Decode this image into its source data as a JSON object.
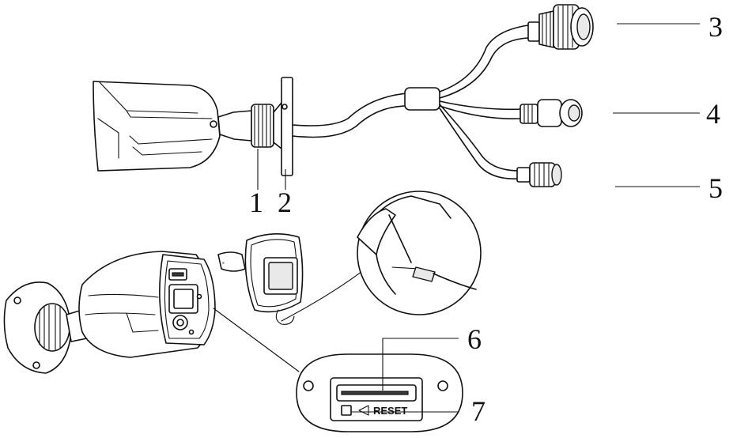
{
  "callouts": [
    {
      "id": "1",
      "label": "1"
    },
    {
      "id": "2",
      "label": "2"
    },
    {
      "id": "3",
      "label": "3"
    },
    {
      "id": "4",
      "label": "4"
    },
    {
      "id": "5",
      "label": "5"
    },
    {
      "id": "6",
      "label": "6"
    },
    {
      "id": "7",
      "label": "7"
    }
  ],
  "panel": {
    "reset_label": "RESET"
  }
}
